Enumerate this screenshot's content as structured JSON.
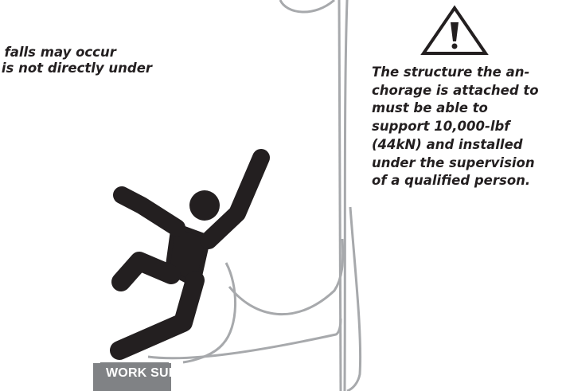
{
  "left_warning": {
    "lines": [
      "g falls may occur",
      "r is not directly under"
    ]
  },
  "right_warning": {
    "lines": [
      "The structure the  an-",
      "chorage is attached  to",
      "must be able to",
      "support 10,000-lbf",
      "(44kN) and installed",
      "under the supervision",
      "of a qualified person."
    ]
  },
  "work_surface": {
    "label": "WORK SURFACE"
  },
  "colors": {
    "text": "#231f20",
    "figure": "#231f20",
    "lifeline": "#a7a9ac",
    "surface": "#808285"
  },
  "icons": [
    "warning-triangle-icon",
    "falling-person-icon"
  ]
}
